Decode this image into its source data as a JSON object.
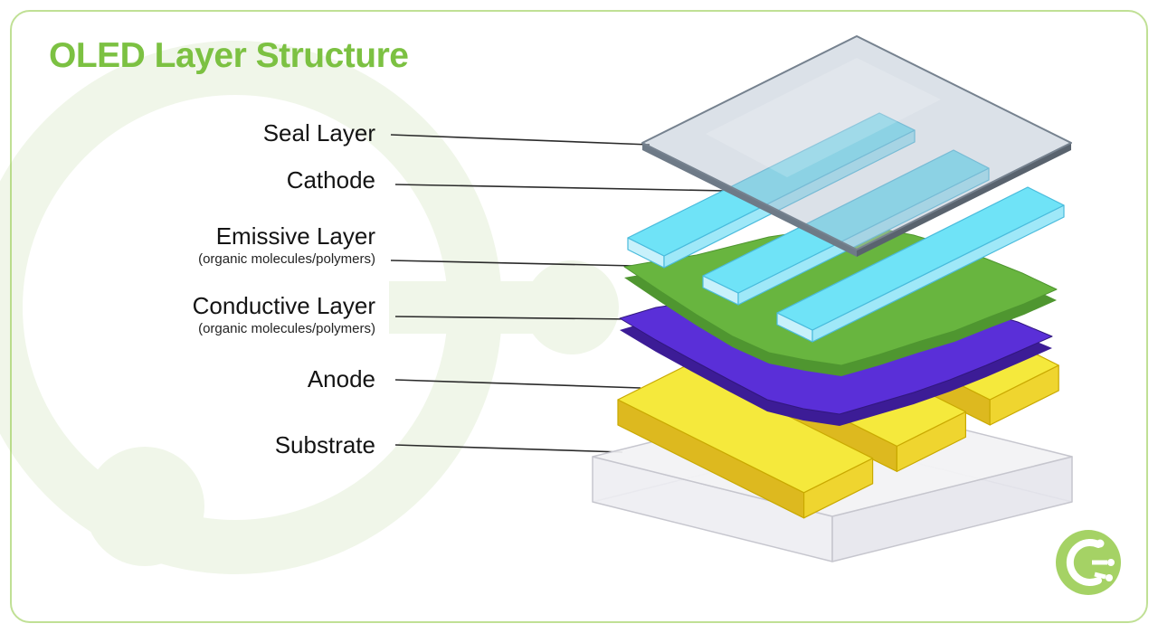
{
  "title": "OLED Layer Structure",
  "layers": [
    {
      "name": "Seal Layer",
      "note": "",
      "color": "#AFBDCB"
    },
    {
      "name": "Cathode",
      "note": "",
      "color": "#6FE3F7"
    },
    {
      "name": "Emissive Layer",
      "note": "(organic molecules/polymers)",
      "color": "#68B53F"
    },
    {
      "name": "Conductive Layer",
      "note": "(organic molecules/polymers)",
      "color": "#5A2FD8"
    },
    {
      "name": "Anode",
      "note": "",
      "color": "#F5E93C"
    },
    {
      "name": "Substrate",
      "note": "",
      "color": "#F2F2F4"
    }
  ],
  "colors": {
    "accent_green": "#7CC142",
    "border_green": "#8CC63E",
    "leader_line": "#2B2B2B",
    "seal_edge_dark": "#59636E",
    "anode_side": "#DDB91F",
    "emissive_under": "#4F9630",
    "conductive_under": "#3C1C96",
    "watermark_green": "#F0F6E9",
    "logo_green": "#8FC73F"
  }
}
